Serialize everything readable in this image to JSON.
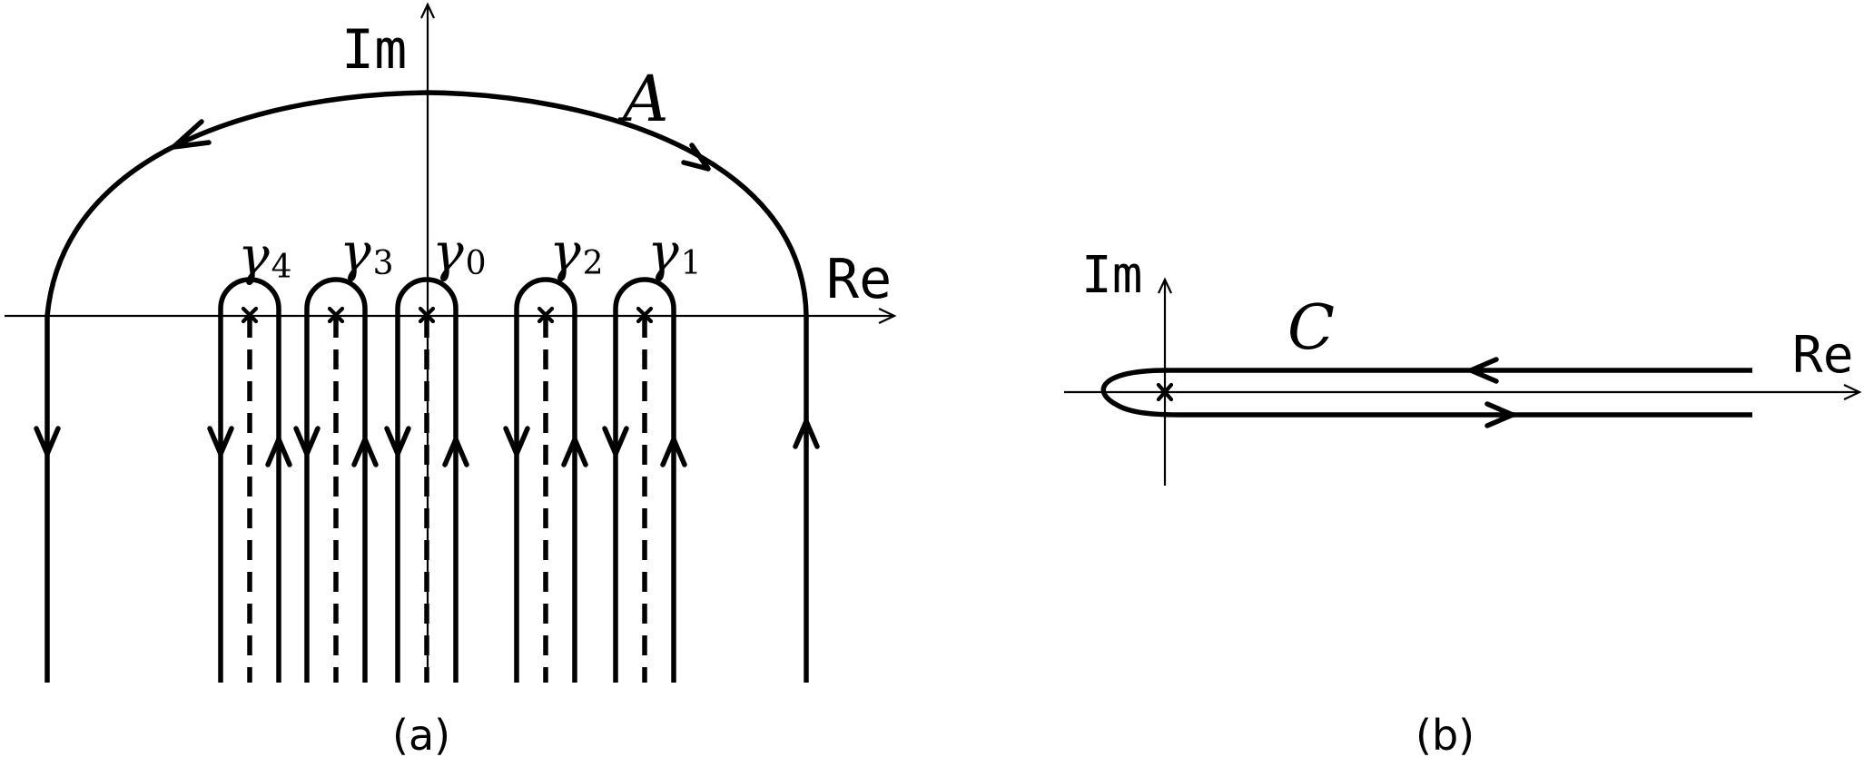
{
  "panel_a": {
    "im_label": "Im",
    "re_label": "Re",
    "arc_label": "A",
    "contours": [
      {
        "name": "γ",
        "sub": "4"
      },
      {
        "name": "γ",
        "sub": "3"
      },
      {
        "name": "γ",
        "sub": "0"
      },
      {
        "name": "γ",
        "sub": "2"
      },
      {
        "name": "γ",
        "sub": "1"
      }
    ],
    "caption": "(a)"
  },
  "panel_b": {
    "im_label": "Im",
    "re_label": "Re",
    "contour_label": "C",
    "caption": "(b)"
  }
}
